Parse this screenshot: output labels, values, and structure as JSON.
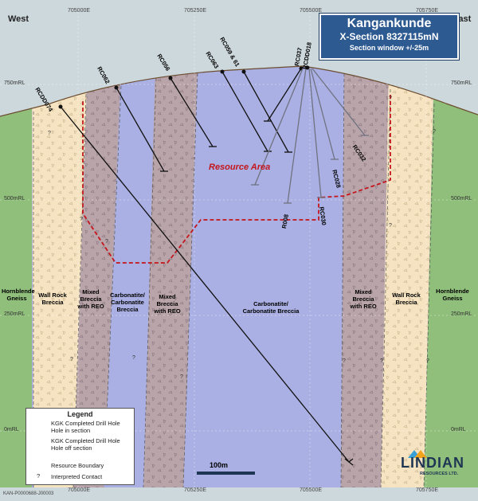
{
  "directions": {
    "west": "West",
    "east": "East"
  },
  "eastings": [
    "705000E",
    "705250E",
    "705500E",
    "705750E"
  ],
  "rl_labels": [
    "750mRL",
    "500mRL",
    "250mRL",
    "0mRL"
  ],
  "title": {
    "name": "Kangankunde",
    "section": "X-Section 8327115mN",
    "window": "Section window +/-25m"
  },
  "resource_area": "Resource Area",
  "units": {
    "hornblende_gneiss": "Hornblende Gneiss",
    "wall_rock_breccia": "Wall Rock Breccia",
    "mixed_breccia_reo": "Mixed Breccia with REO",
    "carbonatite_breccia": "Carbonatite/ Carbonatite Breccia"
  },
  "drill_holes": {
    "in_section": [
      "RCDD074",
      "RC062",
      "RC056",
      "RC063",
      "RC059 & 61"
    ],
    "off_section": [
      "RC037",
      "RCDD018",
      "RC032",
      "RC028",
      "RC030",
      "R008"
    ]
  },
  "legend": {
    "title": "Legend",
    "items": [
      "KGK Completed Drill Hole Hole in section",
      "KGK Completed Drill Hole Hole off section",
      "Resource Boundary",
      "Interpreted Contact"
    ],
    "contact_symbol": "?"
  },
  "scale": "100m",
  "logo": {
    "name": "LINDIAN",
    "sub": "RESOURCES LTD."
  },
  "footer": "KAN-P0000688-J00003",
  "colors": {
    "sky": "#cdd8dc",
    "gneiss": "#8fbf7a",
    "wall_breccia": "#f5e3c2",
    "mixed_breccia": "#b9a4aa",
    "carbonatite": "#aab0e3",
    "resource_boundary": "#c4161c",
    "title_bg": "#2d5a91"
  }
}
